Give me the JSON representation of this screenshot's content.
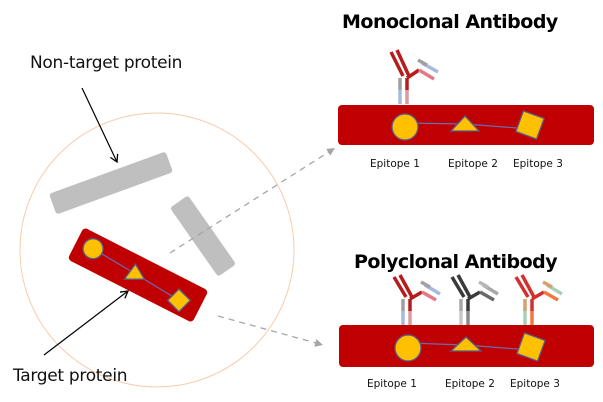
{
  "diagram": {
    "labels": {
      "non_target": "Non-target protein",
      "target": "Target protein"
    },
    "panels": [
      {
        "id": "monoclonal",
        "title": "Monoclonal Antibody",
        "epitopes": [
          "Epitope 1",
          "Epitope 2",
          "Epitope 3"
        ],
        "antibodies": [
          {
            "binds": "Epitope 1",
            "heavy_color": "#b71c1c",
            "light_colors": [
              "#a0a0a0",
              "#a9b8e0"
            ]
          }
        ]
      },
      {
        "id": "polyclonal",
        "title": "Polyclonal Antibody",
        "epitopes": [
          "Epitope 1",
          "Epitope 2",
          "Epitope 3"
        ],
        "antibodies": [
          {
            "binds": "Epitope 1",
            "heavy_color": "#b71c1c",
            "light_colors": [
              "#a0a0a0",
              "#a9b8e0"
            ]
          },
          {
            "binds": "Epitope 2",
            "heavy_color": "#3a3a3a",
            "light_colors": [
              "#a8a8a8",
              "#8a8a8a"
            ]
          },
          {
            "binds": "Epitope 3",
            "heavy_color": "#d32f2f",
            "light_colors": [
              "#d4a072",
              "#a8d0b8"
            ]
          }
        ]
      }
    ],
    "colors": {
      "protein": "#c00000",
      "epitope_fill": "#ffc000",
      "epitope_stroke": "#5a5a8a",
      "non_target": "#bfbfbf",
      "circle": "#f8cbad",
      "dash_arrow": "#a6a6a6"
    }
  }
}
